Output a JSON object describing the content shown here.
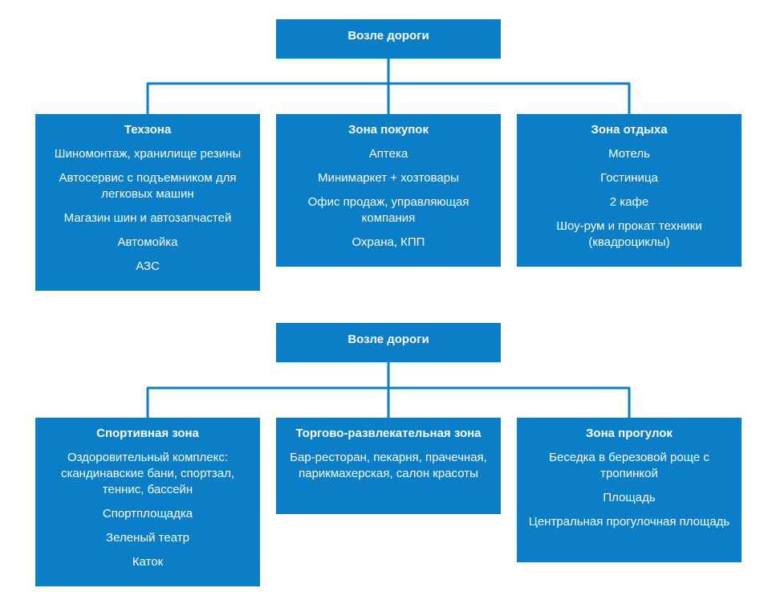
{
  "diagrams": [
    {
      "root": "Возле дороги",
      "zones": [
        {
          "title": "Техзона",
          "items": [
            "Шиномонтаж, хранилище резины",
            "Автосервис с подъемником для легковых машин",
            "Магазин шин и автозапчастей",
            "Автомойка",
            "АЗС"
          ]
        },
        {
          "title": "Зона покупок",
          "items": [
            "Аптека",
            "Минимаркет + хозтовары",
            "Офис продаж, управляющая компания",
            "Охрана, КПП"
          ]
        },
        {
          "title": "Зона отдыха",
          "items": [
            "Мотель",
            "Гостиница",
            "2 кафе",
            "Шоу-рум и прокат техники (квадроциклы)"
          ]
        }
      ]
    },
    {
      "root": "Возле дороги",
      "zones": [
        {
          "title": "Спортивная зона",
          "items": [
            "Оздоровительный комплекс: скандинавские бани, спортзал, теннис, бассейн",
            "Спортплощадка",
            "Зеленый театр",
            "Каток"
          ]
        },
        {
          "title": "Торгово-развлекательная зона",
          "items": [
            "Бар-ресторан, пекарня, прачечная, парикмахерская, салон красоты"
          ]
        },
        {
          "title": "Зона прогулок",
          "items": [
            "Беседка в березовой роще с тропинкой",
            "Площадь",
            "Центральная прогулочная площадь"
          ]
        }
      ]
    }
  ],
  "colors": {
    "box": "#0a7fc7",
    "connector": "#0a7fc7",
    "text": "#ffffff"
  }
}
